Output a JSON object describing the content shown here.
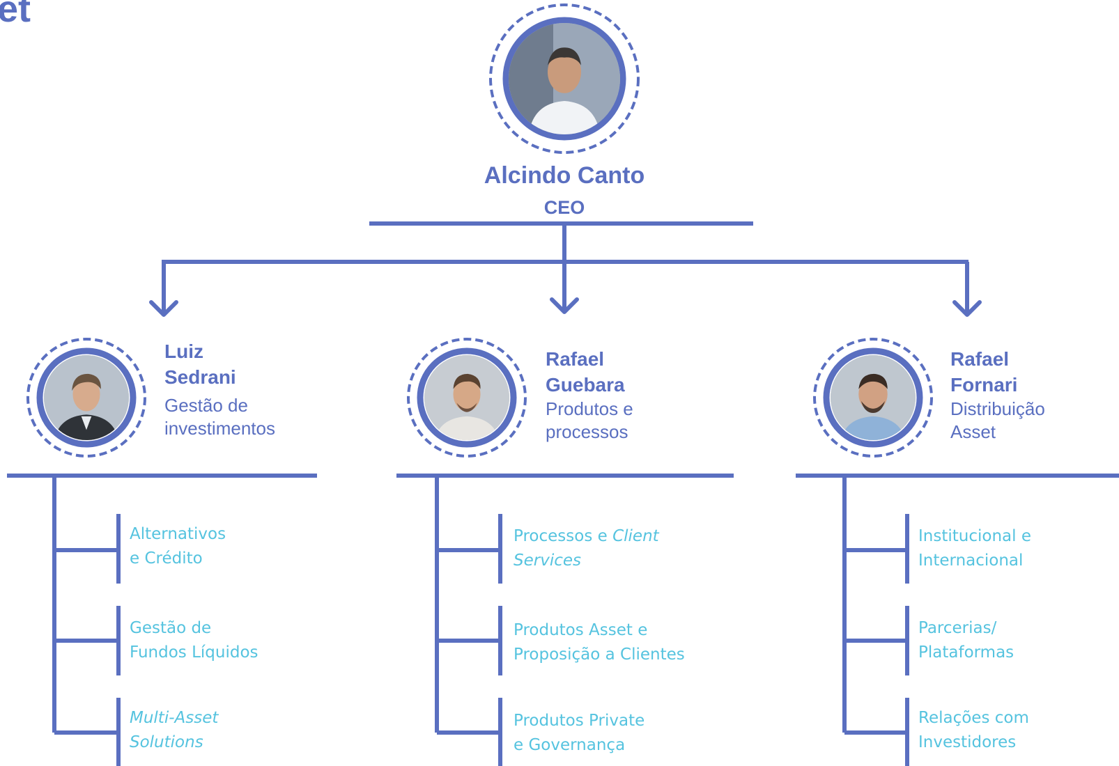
{
  "header": {
    "title_fragment": "et"
  },
  "colors": {
    "line": "#5a6fc0",
    "dashed_ring": "#5a6fc0",
    "team_text": "#55c3df"
  },
  "ceo": {
    "name": "Alcindo Canto",
    "role": "CEO"
  },
  "managers": [
    {
      "name_line1": "Luiz",
      "name_line2": "Sedrani",
      "role_line1": "Gestão de",
      "role_line2": "investimentos",
      "teams": [
        {
          "line1": "Alternativos",
          "line2": "e Crédito"
        },
        {
          "line1": "Gestão de",
          "line2": "Fundos Líquidos"
        },
        {
          "line1": "Multi-Asset",
          "line2": "Solutions"
        }
      ]
    },
    {
      "name_line1": "Rafael",
      "name_line2": "Guebara",
      "role_line1": "Produtos e",
      "role_line2": "processos",
      "teams": [
        {
          "line1_a": "Processos e ",
          "line1_b": "Client",
          "line2": "Services"
        },
        {
          "line1": "Produtos Asset e",
          "line2": "Proposição a Clientes"
        },
        {
          "line1": "Produtos Private",
          "line2": "e Governança"
        }
      ]
    },
    {
      "name_line1": "Rafael",
      "name_line2": "Fornari",
      "role_line1": "Distribuição",
      "role_line2": "Asset",
      "teams": [
        {
          "line1": "Institucional e",
          "line2": "Internacional"
        },
        {
          "line1": "Parcerias/",
          "line2": "Plataformas"
        },
        {
          "line1": "Relações com",
          "line2": "Investidores"
        }
      ]
    }
  ]
}
